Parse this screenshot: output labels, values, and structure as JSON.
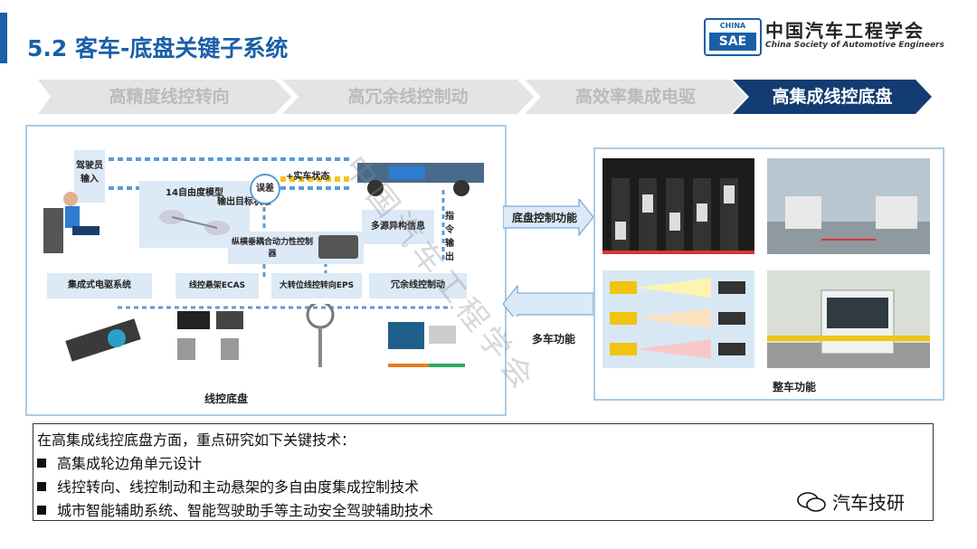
{
  "title": "5.2 客车-底盘关键子系统",
  "logo": {
    "box_top": "CHINA",
    "box_bottom": "SAE",
    "name_cn": "中国汽车工程学会",
    "name_en": "China Society of Automotive Engineers"
  },
  "flow_steps": [
    {
      "label": "高精度线控转向",
      "active": false
    },
    {
      "label": "高冗余线控制动",
      "active": false
    },
    {
      "label": "高效率集成电驱",
      "active": false
    },
    {
      "label": "高集成线控底盘",
      "active": true
    }
  ],
  "left_panel": {
    "driver_input": "驾驶员输入",
    "model_14dof": "14自由度模型",
    "target_output": "输出目标状态",
    "error": "误差",
    "actual_state": "+实车状态",
    "multi_source": "多源异构信息",
    "coordinated_controller": "纵横垂耦合动力性控制器",
    "command_output": "指令输出",
    "subsystems": [
      "集成式电驱系统",
      "线控悬架ECAS",
      "大转位线控转向EPS",
      "冗余线控制动"
    ],
    "caption": "线控底盘"
  },
  "middle": {
    "chassis_control_label": "底盘控制功能",
    "vehicle_label": "多车功能"
  },
  "right_panel": {
    "caption": "整车功能"
  },
  "diagonal_watermark": "中国汽车工程学会",
  "text_box": {
    "intro": "在高集成线控底盘方面，重点研究如下关键技术：",
    "items": [
      "高集成轮边角单元设计",
      "线控转向、线控制动和主动悬架的多自由度集成控制技术",
      "城市智能辅助系统、智能驾驶助手等主动安全驾驶辅助技术"
    ]
  },
  "watermark": "汽车技研",
  "colors": {
    "accent": "#1a5fa8",
    "step_inactive": "#e4e4e4",
    "step_active": "#123c72",
    "panel_border": "#a9cbe8",
    "arrow_blue": "#5b9bd5"
  }
}
